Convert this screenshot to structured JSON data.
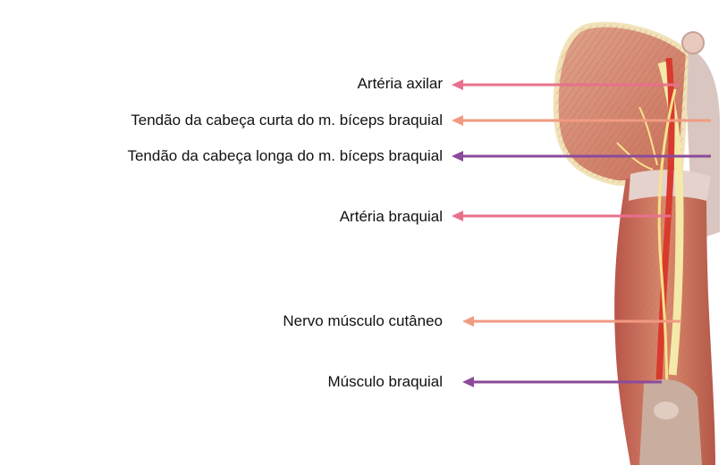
{
  "colors": {
    "pink": "#e8708c",
    "salmon": "#f19a82",
    "purple": "#8b4a9c",
    "background": "#ffffff"
  },
  "labels": [
    {
      "id": "arteria-axilar",
      "text": "Artéria axilar",
      "color": "pink"
    },
    {
      "id": "tendao-cabeca-curta",
      "text": "Tendão da cabeça curta do m. bíceps braquial",
      "color": "salmon"
    },
    {
      "id": "tendao-cabeca-longa",
      "text": "Tendão da cabeça longa do m. bíceps braquial",
      "color": "purple"
    },
    {
      "id": "arteria-braquial",
      "text": "Artéria braquial",
      "color": "pink"
    },
    {
      "id": "nervo-musculo-cutaneo",
      "text": "Nervo músculo cutâneo",
      "color": "salmon"
    },
    {
      "id": "musculo-braquial",
      "text": "Músculo braquial",
      "color": "purple"
    }
  ]
}
